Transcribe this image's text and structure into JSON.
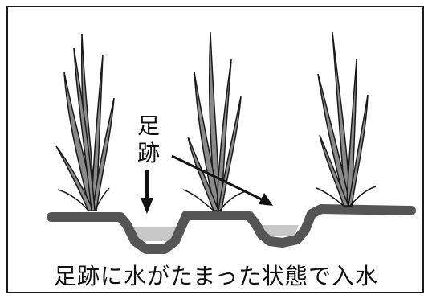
{
  "diagram": {
    "callout_chars": [
      "足",
      "跡"
    ],
    "caption": "足跡に水がたまった状態で入水"
  },
  "colors": {
    "ground": "#555555",
    "water": "#c8c8c8",
    "leaf_fill": "#8a8a8a",
    "outline": "#1a1a1a"
  }
}
